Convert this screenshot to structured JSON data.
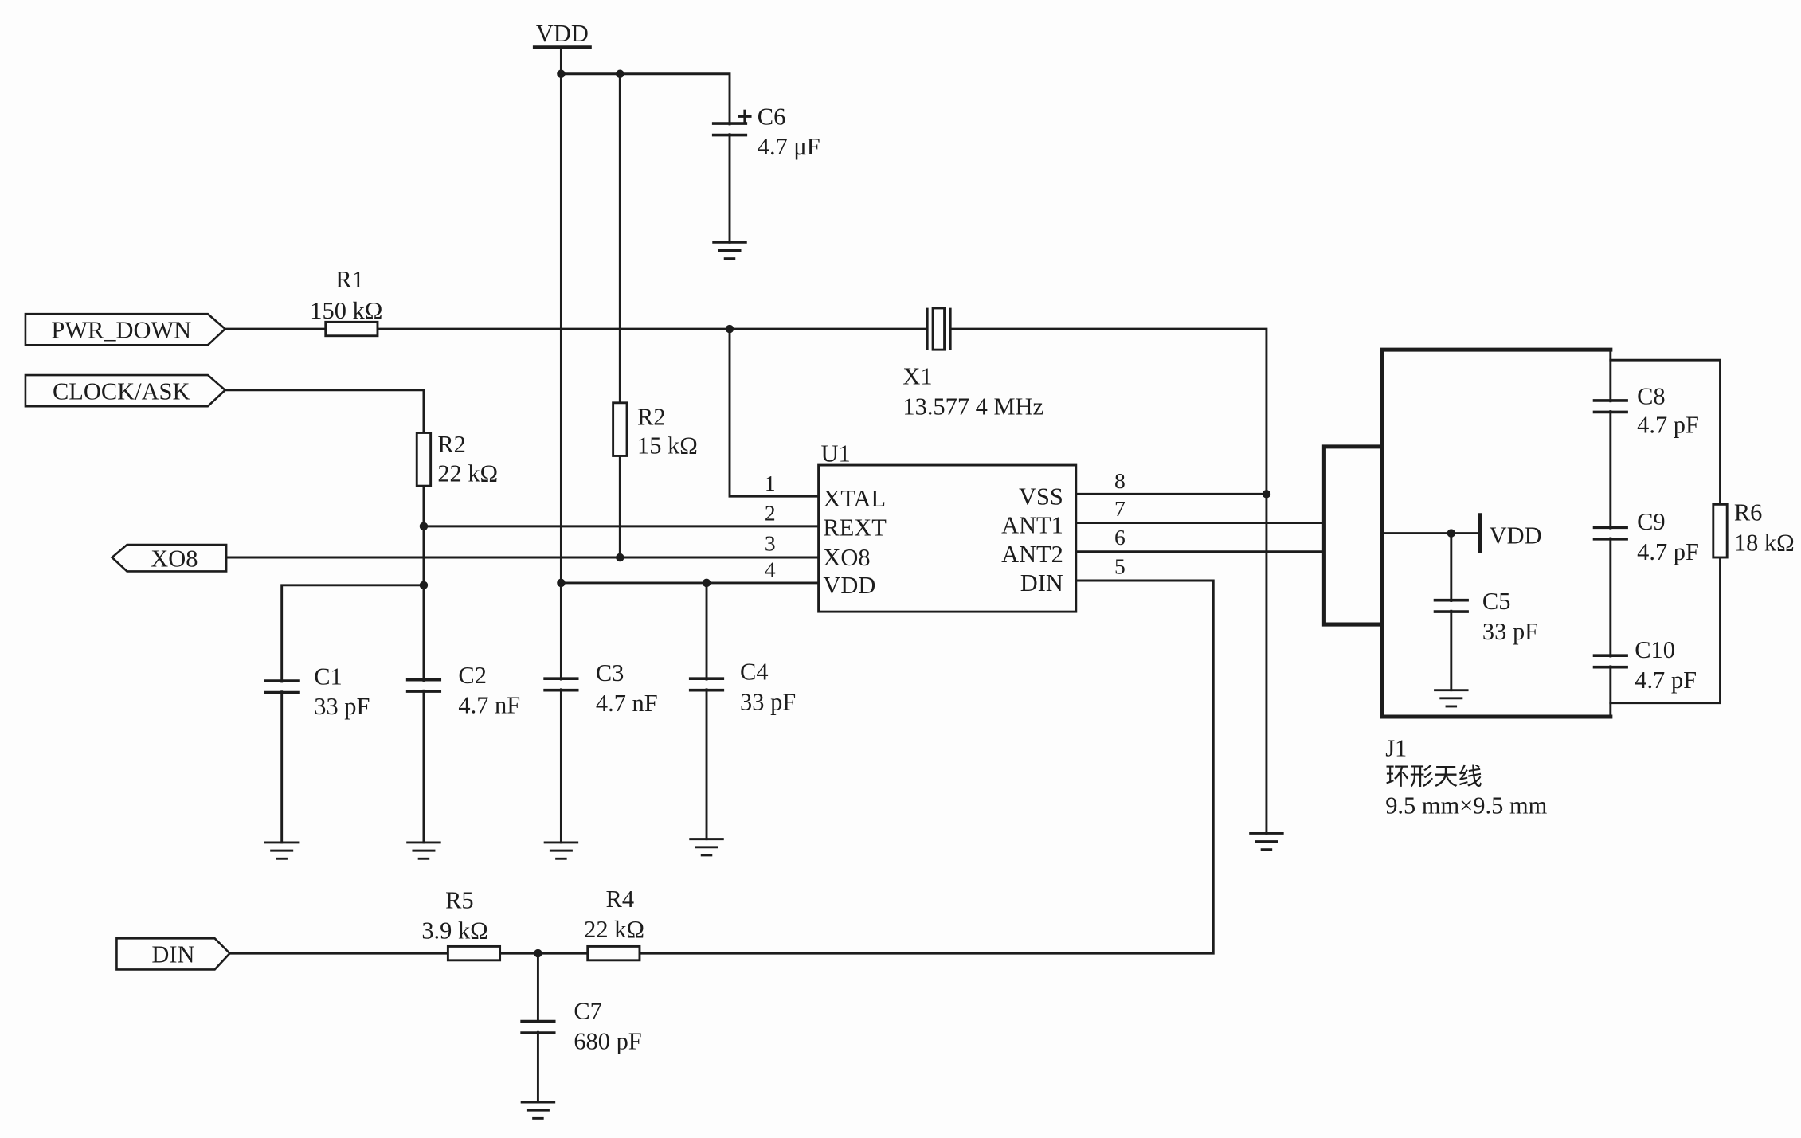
{
  "power": {
    "vdd_label": "VDD"
  },
  "ports": {
    "pwr_down": "PWR_DOWN",
    "clock_ask": "CLOCK/ASK",
    "xo8": "XO8",
    "din": "DIN"
  },
  "components": {
    "r1": {
      "ref": "R1",
      "value": "150 kΩ"
    },
    "r2_vdd": {
      "ref": "R2",
      "value": "15 kΩ"
    },
    "r2_clock": {
      "ref": "R2",
      "value": "22 kΩ"
    },
    "r4": {
      "ref": "R4",
      "value": "22 kΩ"
    },
    "r5": {
      "ref": "R5",
      "value": "3.9 kΩ"
    },
    "r6": {
      "ref": "R6",
      "value": "18 kΩ"
    },
    "c1": {
      "ref": "C1",
      "value": "33 pF"
    },
    "c2": {
      "ref": "C2",
      "value": "4.7 nF"
    },
    "c3": {
      "ref": "C3",
      "value": "4.7 nF"
    },
    "c4": {
      "ref": "C4",
      "value": "33 pF"
    },
    "c5": {
      "ref": "C5",
      "value": "33 pF"
    },
    "c6": {
      "ref": "C6",
      "value": "4.7 μF"
    },
    "c7": {
      "ref": "C7",
      "value": "680 pF"
    },
    "c8": {
      "ref": "C8",
      "value": "4.7 pF"
    },
    "c9": {
      "ref": "C9",
      "value": "4.7 pF"
    },
    "c10": {
      "ref": "C10",
      "value": "4.7 pF"
    },
    "x1": {
      "ref": "X1",
      "value": "13.577 4 MHz"
    }
  },
  "u1": {
    "ref": "U1",
    "left_pins": [
      {
        "num": "1",
        "name": "XTAL"
      },
      {
        "num": "2",
        "name": "REXT"
      },
      {
        "num": "3",
        "name": "XO8"
      },
      {
        "num": "4",
        "name": "VDD"
      }
    ],
    "right_pins": [
      {
        "num": "8",
        "name": "VSS"
      },
      {
        "num": "7",
        "name": "ANT1"
      },
      {
        "num": "6",
        "name": "ANT2"
      },
      {
        "num": "5",
        "name": "DIN"
      }
    ]
  },
  "j1": {
    "ref": "J1",
    "description": "环形天线",
    "size": "9.5 mm×9.5 mm",
    "vdd_label": "VDD"
  }
}
